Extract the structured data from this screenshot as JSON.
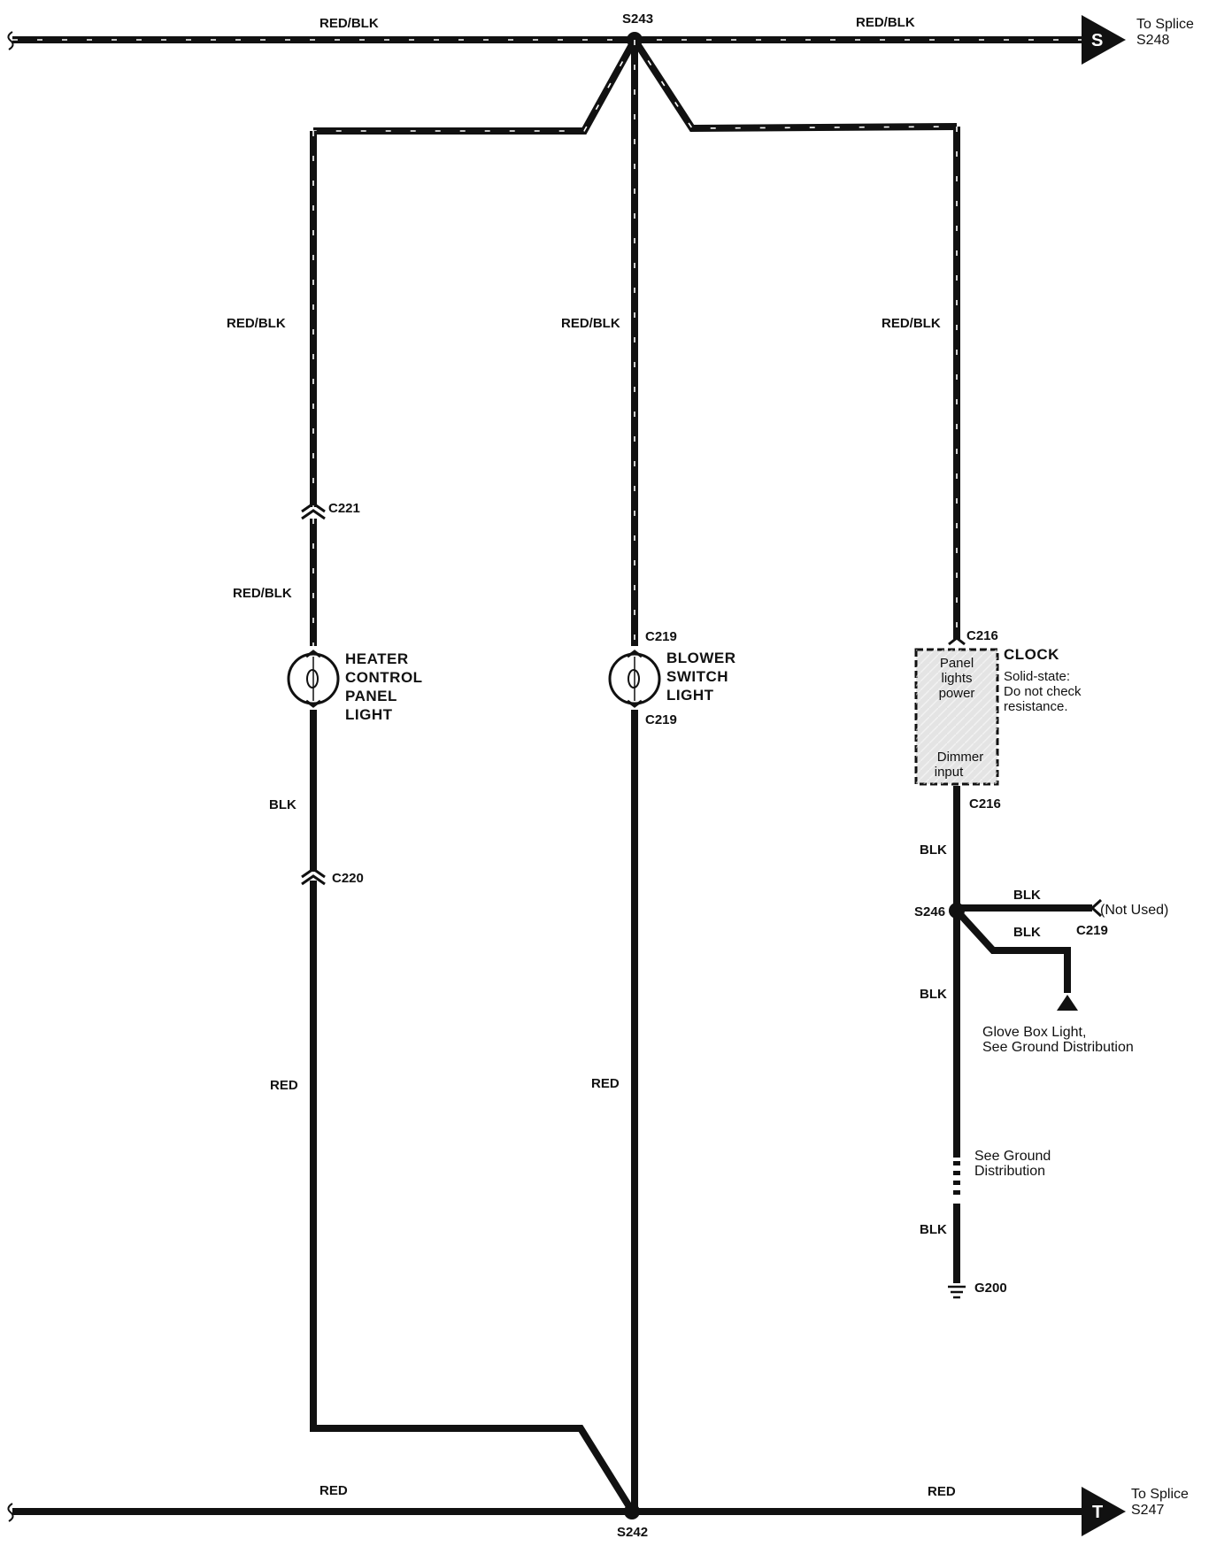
{
  "top_bus": {
    "wire_left": "RED/BLK",
    "splice": "S243",
    "wire_right": "RED/BLK",
    "arrow_letter": "S",
    "dest_line1": "To Splice",
    "dest_line2": "S248"
  },
  "bottom_bus": {
    "wire_left": "RED",
    "splice": "S242",
    "wire_right": "RED",
    "arrow_letter": "T",
    "dest_line1": "To Splice",
    "dest_line2": "S247"
  },
  "heater_branch": {
    "wire_upper": "RED/BLK",
    "connector_upper": "C221",
    "wire_mid": "RED/BLK",
    "component": [
      "HEATER",
      "CONTROL",
      "PANEL",
      "LIGHT"
    ],
    "wire_after_lamp": "BLK",
    "connector_lower": "C220",
    "wire_lower": "RED"
  },
  "blower_branch": {
    "wire_upper": "RED/BLK",
    "connector_in": "C219",
    "component": [
      "BLOWER",
      "SWITCH",
      "LIGHT"
    ],
    "connector_out": "C219",
    "wire_lower": "RED"
  },
  "clock_branch": {
    "wire_upper": "RED/BLK",
    "connector_in": "C216",
    "clock_title": "CLOCK",
    "clock_note": [
      "Solid-state:",
      "Do not check",
      "resistance."
    ],
    "pin_top": [
      "Panel",
      "lights",
      "power"
    ],
    "pin_bottom": [
      "Dimmer",
      "input"
    ],
    "connector_out": "C216",
    "wire_after_clock": "BLK",
    "splice": "S246",
    "stub_wire": "BLK",
    "stub_text": "(Not Used)",
    "glove_wire": "BLK",
    "glove_connector": "C219",
    "glove_note": [
      "Glove Box Light,",
      "See Ground Distribution"
    ],
    "wire_below_splice": "BLK",
    "ground_note": [
      "See Ground",
      "Distribution"
    ],
    "wire_to_ground": "BLK",
    "ground": "G200"
  }
}
